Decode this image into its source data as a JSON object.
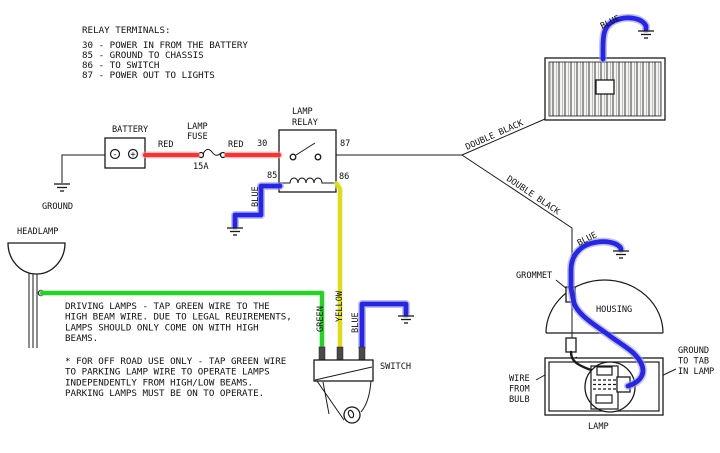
{
  "colors": {
    "red": "#e83a3a",
    "blue": "#2828da",
    "yellow": "#ddda22",
    "green": "#2ecc2e",
    "black": "#1a1a1a"
  },
  "legend": {
    "title": "RELAY TERMINALS:",
    "items": [
      "30 - POWER IN FROM THE BATTERY",
      "85 - GROUND TO CHASSIS",
      "86 - TO SWITCH",
      "87 - POWER OUT TO LIGHTS"
    ]
  },
  "battery": {
    "label": "BATTERY",
    "minus": "-",
    "plus": "+",
    "ground_label": "GROUND"
  },
  "fuse": {
    "name_line1": "LAMP",
    "name_line2": "FUSE",
    "rating": "15A"
  },
  "relay": {
    "name_line1": "LAMP",
    "name_line2": "RELAY",
    "terminal_30": "30",
    "terminal_87": "87",
    "terminal_85": "85",
    "terminal_86": "86"
  },
  "wires": {
    "red_label_1": "RED",
    "red_label_2": "RED",
    "blue_label_relay": "BLUE",
    "blue_label_switch": "BLUE",
    "blue_label_top_lamp": "BLUE",
    "blue_label_housing": "BLUE",
    "green_label": "GREEN",
    "yellow_label": "YELLOW",
    "double_black_upper": "DOUBLE BLACK",
    "double_black_lower": "DOUBLE BLACK"
  },
  "headlamp": {
    "label": "HEADLAMP"
  },
  "switch": {
    "label": "SWITCH"
  },
  "notes": {
    "driving": [
      "DRIVING LAMPS - TAP GREEN WIRE TO THE",
      "HIGH BEAM WIRE. DUE TO LEGAL REUIREMENTS,",
      "LAMPS SHOULD ONLY COME ON WITH HIGH",
      "BEAMS."
    ],
    "offroad": [
      "* FOR OFF ROAD USE ONLY - TAP GREEN WIRE",
      "TO PARKING LAMP WIRE TO OPERATE LAMPS",
      "INDEPENDENTLY FROM HIGH/LOW BEAMS.",
      "PARKING LAMPS MUST BE ON TO OPERATE."
    ]
  },
  "housing": {
    "label": "HOUSING",
    "grommet_label": "GROMMET"
  },
  "bottom_lamp": {
    "label": "LAMP",
    "wire_from_bulb": [
      "WIRE",
      "FROM",
      "BULB"
    ],
    "ground_to_tab": [
      "GROUND",
      "TO TAB",
      "IN LAMP"
    ]
  }
}
